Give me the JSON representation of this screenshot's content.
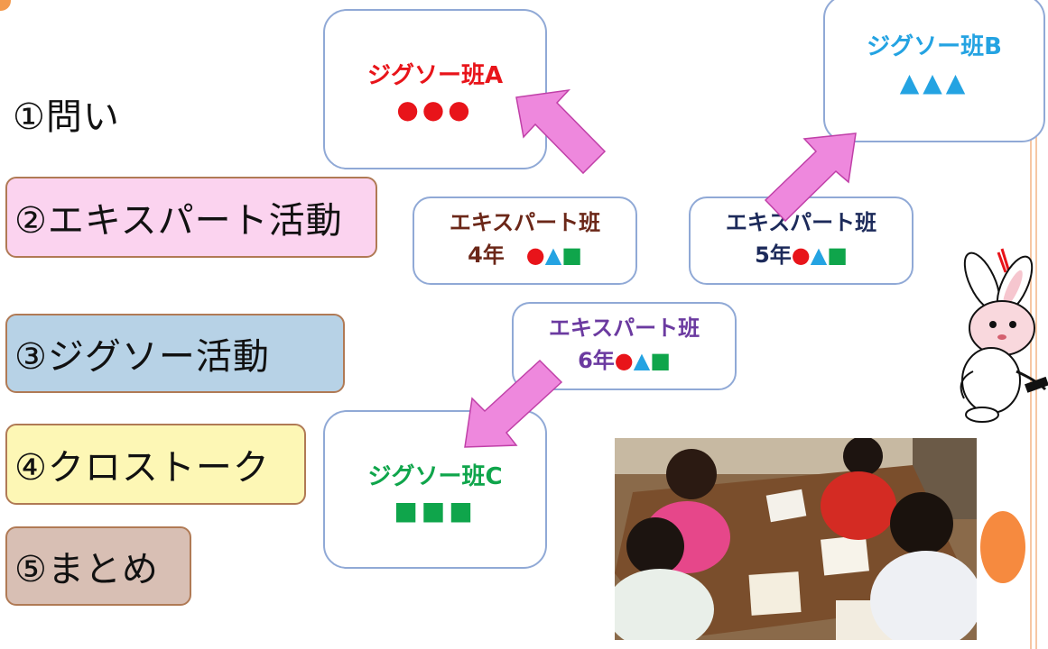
{
  "steps": {
    "step1": "①問い",
    "step2": "②エキスパート活動",
    "step3": "③ジグソー活動",
    "step4": "④クロストーク",
    "step5": "⑤まとめ"
  },
  "jigsaw": {
    "a": {
      "title": "ジグソー班A",
      "marks": "●●●"
    },
    "b": {
      "title": "ジグソー班B",
      "marks": "▲▲▲"
    },
    "c": {
      "title": "ジグソー班C",
      "marks": "■■■"
    }
  },
  "expert": {
    "g4": {
      "title": "エキスパート班",
      "grade": "4年　",
      "m1": "●",
      "m2": "▲",
      "m3": "■"
    },
    "g5": {
      "title": "エキスパート班",
      "grade": "5年",
      "m1": "●",
      "m2": "▲",
      "m3": "■"
    },
    "g6": {
      "title": "エキスパート班",
      "grade": "6年",
      "m1": "●",
      "m2": "▲",
      "m3": "■"
    }
  },
  "colors": {
    "red": "#e8141a",
    "blue": "#24a3e2",
    "green": "#0fa54b",
    "arrow": "#ee88dd",
    "step2_bg": "#fbd3ef",
    "step3_bg": "#b7d2e6",
    "step4_bg": "#fdf7b5",
    "step5_bg": "#d8bfb4"
  },
  "icons": {
    "rabbit": "rabbit-illustration",
    "photo": "classroom-group-photo"
  }
}
